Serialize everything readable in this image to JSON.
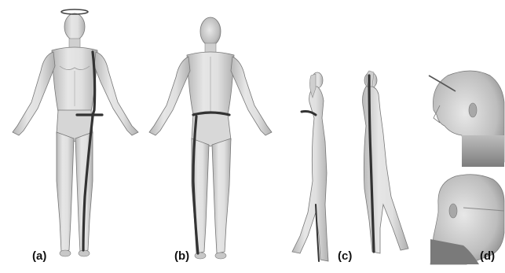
{
  "panels": {
    "a": {
      "label": "(a)",
      "view": "front"
    },
    "b": {
      "label": "(b)",
      "view": "back"
    },
    "c": {
      "label": "(c)",
      "view": "side"
    },
    "d": {
      "label": "(d)",
      "view": "head"
    }
  },
  "colors": {
    "background": "#ffffff",
    "skin_light": "#e4e4e4",
    "skin_mid": "#c2c2c2",
    "skin_dark": "#8a8a8a",
    "outline": "#6a6a6a",
    "meridian": "#333333",
    "label": "#111111"
  }
}
